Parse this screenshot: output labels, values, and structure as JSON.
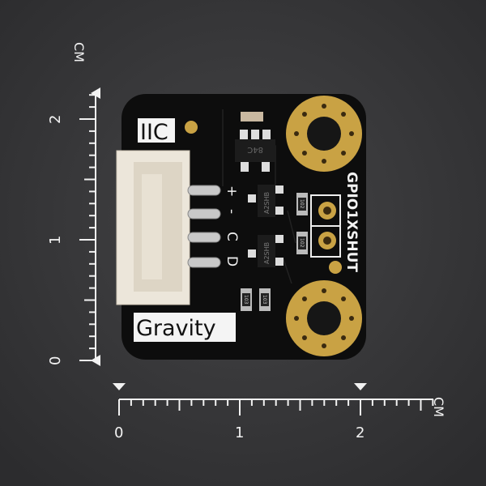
{
  "ruler": {
    "unit": "CM",
    "vertical_labels": [
      "0",
      "1",
      "2"
    ],
    "horizontal_labels": [
      "0",
      "1",
      "2"
    ]
  },
  "board": {
    "interface_label": "IIC",
    "brand_label": "Gravity",
    "pin_labels": [
      "+",
      "-",
      "C",
      "D"
    ],
    "gpio_label": "GPIO1XSHUT",
    "chip_marking": "84C",
    "transistor_marking": "A2SHB",
    "resistor_markings": [
      "102",
      "102",
      "103",
      "103"
    ]
  },
  "colors": {
    "background": "#3a3a3c",
    "pcb": "#0d0d0d",
    "gold": "#c9a244",
    "connector": "#ece6da"
  }
}
